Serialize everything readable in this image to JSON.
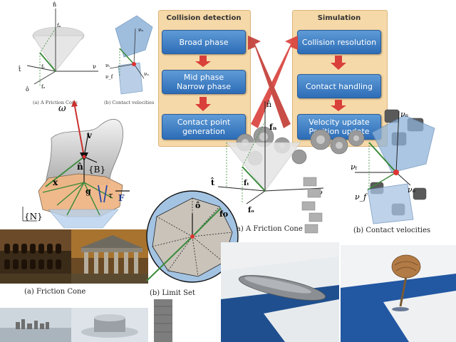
{
  "small_cone": {
    "labels": {
      "n_hat": "n̂",
      "f_n": "fₙ",
      "t_hat": "t̂",
      "f_t": "fₜ",
      "o_hat": "ô",
      "f_o": "fₒ",
      "nu": "ν"
    },
    "caption": "(a) A Friction Cone"
  },
  "small_velocities": {
    "labels": {
      "nu_n": "νₙ",
      "nu_t": "νₜ",
      "nu_o": "νₒ",
      "nu_f": "ν_f"
    },
    "caption": "(b) Contact velocities"
  },
  "flowchart": {
    "left_title": "Collision detection",
    "right_title": "Simulation",
    "left_boxes": [
      "Broad phase",
      "Mid phase\nNarrow phase",
      "Contact point\ngeneration"
    ],
    "right_boxes": [
      "Collision resolution",
      "Contact handling",
      "Velocity update\nPosition update"
    ],
    "colors": {
      "panel": "#f6d9a8",
      "box": "#3b7cc5",
      "arrow": "#d9403a"
    }
  },
  "rigid_body": {
    "labels": {
      "omega": "ω",
      "v": "v",
      "B": "{B}",
      "n_hat": "n̂",
      "x": "x",
      "g": "g",
      "tau": "τ",
      "F": "F",
      "N": "{N}"
    }
  },
  "large_cone": {
    "labels": {
      "n_hat": "n̂",
      "f_n": "fₙ",
      "t_hat": "t̂",
      "f_t": "fₜ",
      "f_o": "fₒ",
      "nu": "ν"
    },
    "caption": "(a)  A Friction Cone"
  },
  "large_velocities": {
    "labels": {
      "nu_n": "νₙ",
      "nu_t": "νₜ",
      "nu_o": "νₒ",
      "nu_f": "ν_f"
    },
    "caption": "(b)  Contact velocities"
  },
  "limit_set": {
    "labels": {
      "o_hat": "ô",
      "f_o": "fo"
    },
    "caption": "(b)  Limit Set"
  },
  "renders": {
    "caption_left": "(a)  Friction Cone"
  }
}
